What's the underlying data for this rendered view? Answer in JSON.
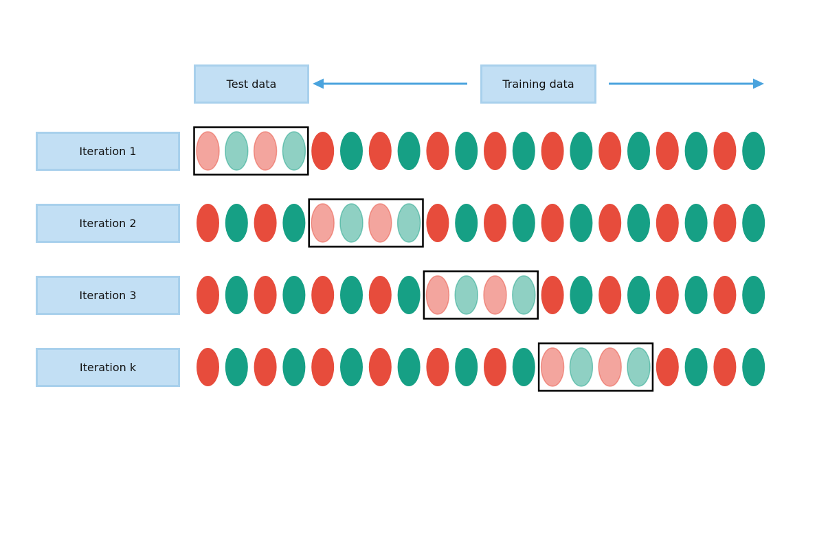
{
  "legend": {
    "test_label": "Test data",
    "training_label": "Training data"
  },
  "iterations": [
    {
      "label": "Iteration 1",
      "test_fold": 1
    },
    {
      "label": "Iteration 2",
      "test_fold": 2
    },
    {
      "label": "Iteration 3",
      "test_fold": 3
    },
    {
      "label": "Iteration k",
      "test_fold": 4
    }
  ],
  "samples_per_row": 20,
  "samples_per_fold": 4,
  "colors": {
    "class_a": "#e74c3c",
    "class_b": "#16a085",
    "class_a_test": "#f3a59e",
    "class_b_test": "#8fd0c3",
    "label_fill": "#c2dff4",
    "label_border": "#a8d0ec",
    "arrow": "#4aa3dd",
    "fold_border": "#000000"
  }
}
